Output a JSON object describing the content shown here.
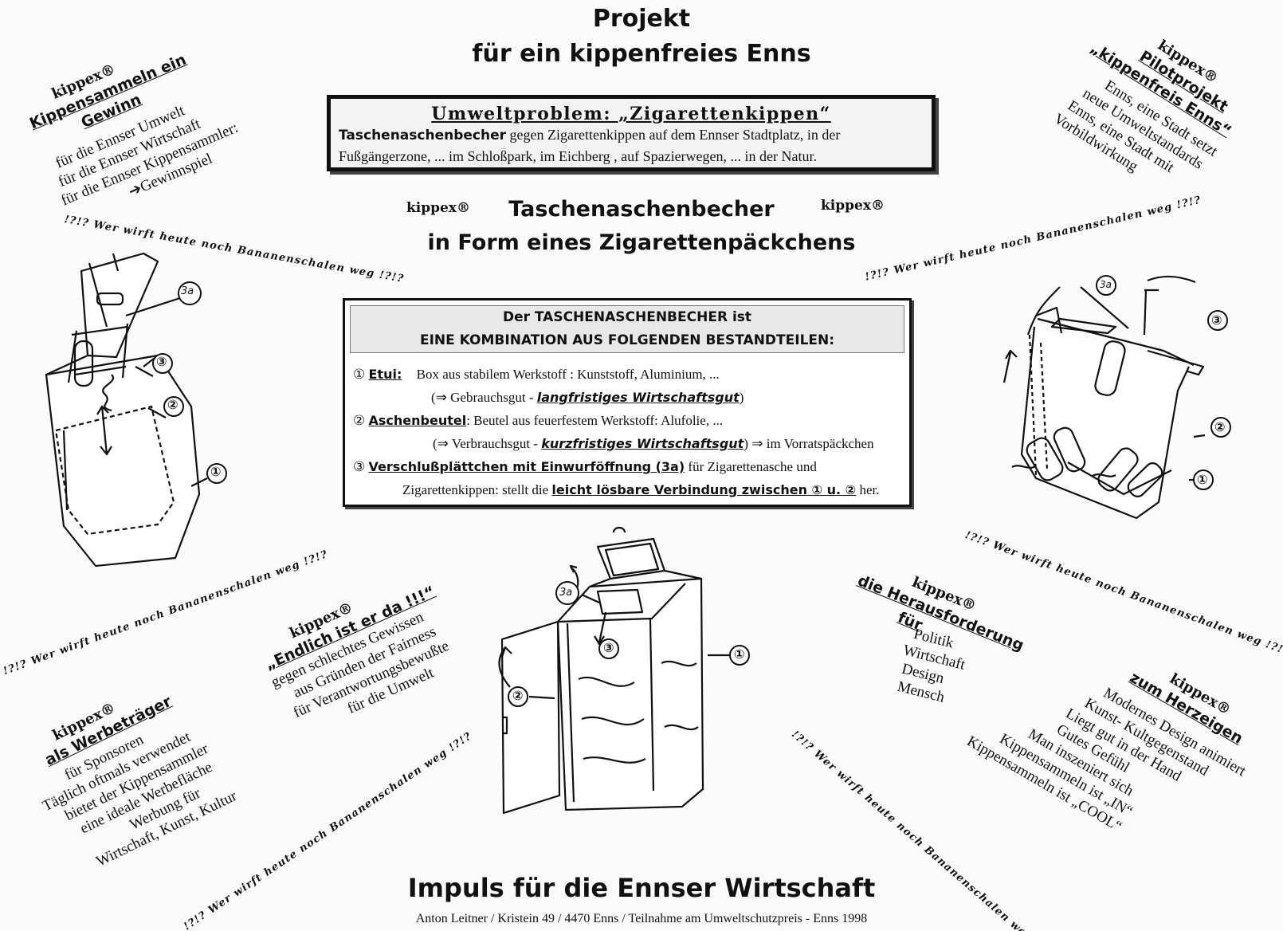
{
  "title": {
    "line1": "Projekt",
    "line2": "für ein kippenfreies Enns"
  },
  "umwelt": {
    "heading": "Umweltproblem: „Zigarettenkippen“",
    "line1_bold": "Taschenaschenbecher",
    "line1_rest": " gegen Zigarettenkippen auf dem Ennser Stadtplatz, in der",
    "line2": "Fußgängerzone, ... im Schloßpark, im Eichberg , auf Spazierwegen, ... in der Natur."
  },
  "brand": "kippex®",
  "product": {
    "line1": "Taschenaschenbecher",
    "line2": "in Form eines Zigarettenpäckchens"
  },
  "bestand": {
    "head1": "Der TASCHENASCHENBECHER ist",
    "head2": "EINE KOMBINATION AUS FOLGENDEN BESTANDTEILEN:",
    "etui_num": "①",
    "etui_label": "Etui:",
    "etui_text": "Box aus stabilem Werkstoff : Kunststoff, Aluminium, ...",
    "etui_sub_pre": "(⇒ Gebrauchsgut - ",
    "etui_sub_it": "langfristiges Wirtschaftsgut",
    "etui_sub_post": ")",
    "beutel_num": "②",
    "beutel_label": "Aschenbeutel",
    "beutel_text": ": Beutel aus feuerfestem Werkstoff: Alufolie, ...",
    "beutel_sub_pre": "(⇒ Verbrauchsgut - ",
    "beutel_sub_it": "kurzfristiges Wirtschaftsgut",
    "beutel_sub_post": ") ⇒ im Vorratspäckchen",
    "platte_num": "③",
    "platte_label": "Verschlußplättchen mit Einwurföffnung (3a)",
    "platte_text": " für Zigarettenasche und",
    "platte_line2_pre": "Zigarettenkippen: stellt die ",
    "platte_line2_u": "leicht lösbare Verbindung zwischen ① u. ②",
    "platte_line2_post": " her."
  },
  "topleft": {
    "brand": "kippex®",
    "heading1": "Kippensammeln ein",
    "heading2": "Gewinn",
    "l1": "für die Ennser Umwelt",
    "l2": "für die Ennser Wirtschaft",
    "l3": "für die Ennser Kippensammler:",
    "l4": "➔Gewinnspiel"
  },
  "topright": {
    "brand": "kippex®",
    "heading1": "Pilotprojekt",
    "heading2": "„kippenfreis Enns“",
    "l1": "Enns, eine Stadt setzt",
    "l2": "neue Umweltstandards",
    "l3": "Enns, eine Stadt mit",
    "l4": "Vorbildwirkung"
  },
  "endlich": {
    "brand": "kippex®",
    "heading": "„Endlich ist er da !!!“",
    "l1": "gegen schlechtes Gewissen",
    "l2": "aus Gründen der Fairness",
    "l3": "für Verantwortungsbewußte",
    "l4": "für die Umwelt"
  },
  "werbe": {
    "brand": "kippex®",
    "heading": "als Werbeträger",
    "l1": "für Sponsoren",
    "l2": "Täglich oftmals verwendet",
    "l3": "bietet der Kippensammler",
    "l4": "eine ideale Werbefläche",
    "l5": "Werbung für",
    "l6": "Wirtschaft, Kunst, Kultur"
  },
  "heraus": {
    "brand": "kippex®",
    "heading": "die Herausforderung",
    "fuer": "für",
    "l1": "Politik",
    "l2": "Wirtschaft",
    "l3": "Design",
    "l4": "Mensch"
  },
  "herzeigen": {
    "brand": "kippex®",
    "heading": "zum Herzeigen",
    "l1": "Modernes Design animiert",
    "l2": "Kunst- Kultgegenstand",
    "l3": "Liegt gut in der Hand",
    "l4": "Gutes Gefühl",
    "l5": "Man inszeniert sich",
    "l6": "Kippensammeln ist „IN“",
    "l7": "Kippensammeln ist „COOL“"
  },
  "slogan": "!?!? Wer wirft heute noch Bananenschalen weg !?!?",
  "callouts": {
    "c1": "①",
    "c2": "②",
    "c3": "③",
    "c3a": "3a"
  },
  "impuls": "Impuls für die Ennser Wirtschaft",
  "footer": "Anton Leitner / Kristein 49 / 4470 Enns / Teilnahme am Umweltschutzpreis - Enns 1998"
}
